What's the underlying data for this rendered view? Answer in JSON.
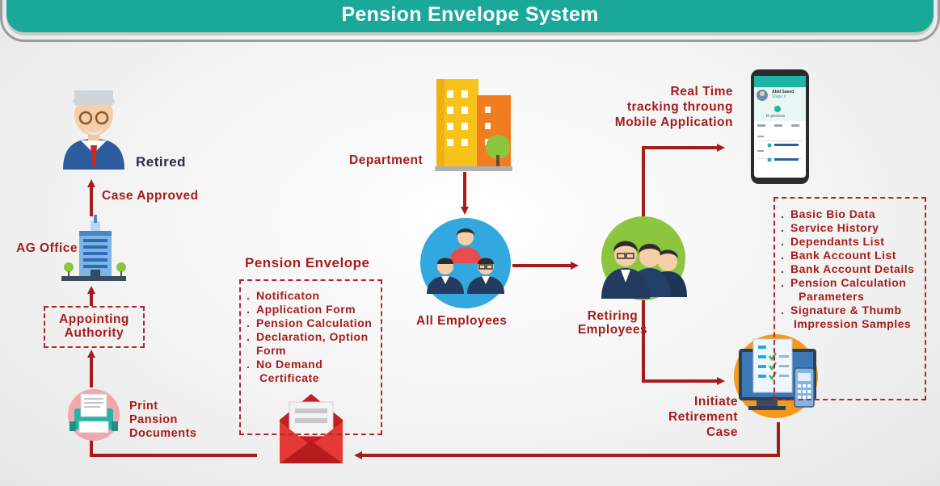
{
  "title": "Pension Envelope System",
  "nodes": {
    "retired": "Retired",
    "case_approved": "Case Approved",
    "ag_office": "AG Office",
    "appointing_authority": [
      "Appointing",
      "Authority"
    ],
    "print_documents": [
      "Print",
      "Pansion",
      "Documents"
    ],
    "department": "Department",
    "all_employees": "All Employees",
    "retiring_employees": [
      "Retiring",
      "Employees"
    ],
    "real_time_tracking": [
      "Real Time",
      "tracking throung",
      "Mobile Application"
    ],
    "initiate_retirement": [
      "Initiate",
      "Retirement",
      "Case"
    ],
    "pension_envelope_title": "Pension Envelope"
  },
  "envelope_items": [
    {
      "bullet": ".",
      "lines": [
        "Notificaton"
      ]
    },
    {
      "bullet": ".",
      "lines": [
        "Application Form"
      ]
    },
    {
      "bullet": ".",
      "lines": [
        "Pension Calculation"
      ]
    },
    {
      "bullet": ".",
      "lines": [
        "Declaration, Option",
        "Form"
      ]
    },
    {
      "bullet": ".",
      "lines": [
        "No Demand",
        "Certificate"
      ]
    }
  ],
  "case_items": [
    {
      "bullet": ".",
      "lines": [
        "Basic Bio Data"
      ]
    },
    {
      "bullet": ".",
      "lines": [
        "Service History"
      ]
    },
    {
      "bullet": ".",
      "lines": [
        "Dependants List"
      ]
    },
    {
      "bullet": ".",
      "lines": [
        "Bank Account List"
      ]
    },
    {
      "bullet": ".",
      "lines": [
        "Bank Account Details"
      ]
    },
    {
      "bullet": ".",
      "lines": [
        "Pension Calculation",
        "Parameters"
      ]
    },
    {
      "bullet": ".",
      "lines": [
        "Signature & Thumb",
        "Impression Samples"
      ]
    }
  ],
  "phone": {
    "name": "Abid Saeed",
    "tag": "Stage 9",
    "status": "In process"
  },
  "colors": {
    "accent": "#a51c1c",
    "teal": "#1aa899",
    "dark_text": "#2b2b4a",
    "circle_blue": "#33a8de",
    "circle_orange": "#f39a1e"
  }
}
